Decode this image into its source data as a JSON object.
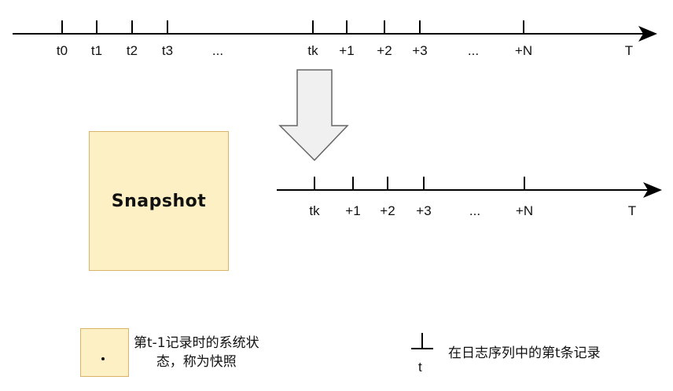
{
  "timeline_top": {
    "ticks": [
      "t0",
      "t1",
      "t2",
      "t3",
      "tk",
      "+1",
      "+2",
      "+3",
      "+N"
    ],
    "ellipses": [
      "...",
      "..."
    ],
    "end_label": "T"
  },
  "timeline_bottom": {
    "ticks": [
      "tk",
      "+1",
      "+2",
      "+3",
      "+N"
    ],
    "ellipses": [
      "..."
    ],
    "end_label": "T"
  },
  "snapshot": {
    "label": "Snapshot"
  },
  "legend": {
    "snapshot_desc_line1": "第t-1记录时的系统状",
    "snapshot_desc_line2": "态，称为快照",
    "tick_symbol_label": "t",
    "tick_desc": "在日志序列中的第t条记录"
  },
  "colors": {
    "snapshot_fill": "#fdf0c4",
    "snapshot_border": "#d9b36a",
    "arrow_fill": "#f0f0f0",
    "arrow_stroke": "#666666",
    "line": "#000000"
  }
}
